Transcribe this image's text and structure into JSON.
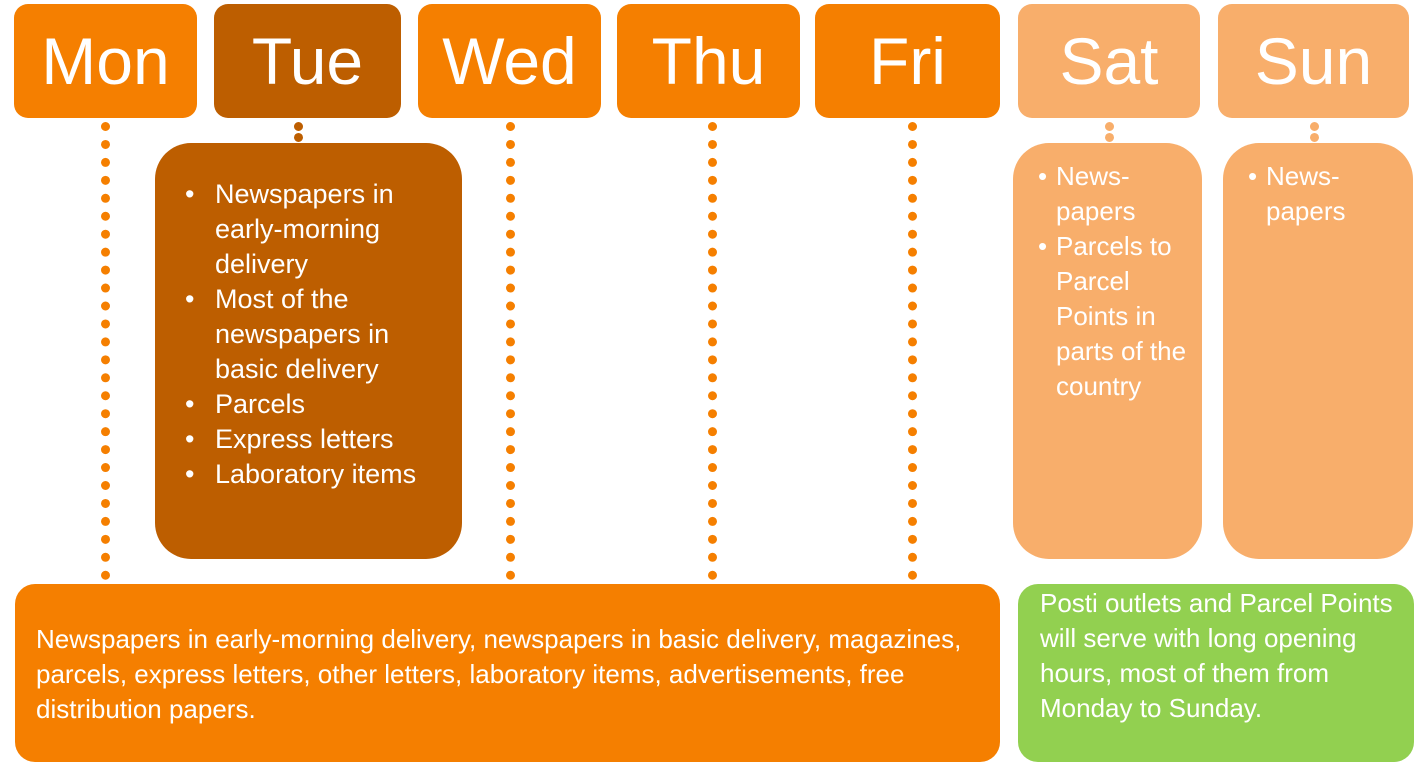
{
  "colors": {
    "weekday": "#f57f00",
    "tuesday": "#bd5e00",
    "weekend": "#f8ae6b",
    "outlets": "#92d050",
    "text": "#ffffff"
  },
  "days": [
    {
      "label": "Mon"
    },
    {
      "label": "Tue"
    },
    {
      "label": "Wed"
    },
    {
      "label": "Thu"
    },
    {
      "label": "Fri"
    },
    {
      "label": "Sat"
    },
    {
      "label": "Sun"
    }
  ],
  "tuesday_items": [
    "Newspapers in early-morning delivery",
    "Most of the newspapers in basic delivery",
    "Parcels",
    "Express letters",
    "Laboratory items"
  ],
  "saturday_items": [
    "News-papers",
    "Parcels to Parcel Points in parts of the country"
  ],
  "sunday_items": [
    "News-papers"
  ],
  "weekday_text": "Newspapers in early-morning delivery, newspapers in basic delivery, magazines, parcels, express letters, other letters, laboratory items, advertisements, free distribution papers.",
  "outlets_text": "Posti outlets and Parcel Points will serve with long opening hours, most of them from Monday to Sunday."
}
